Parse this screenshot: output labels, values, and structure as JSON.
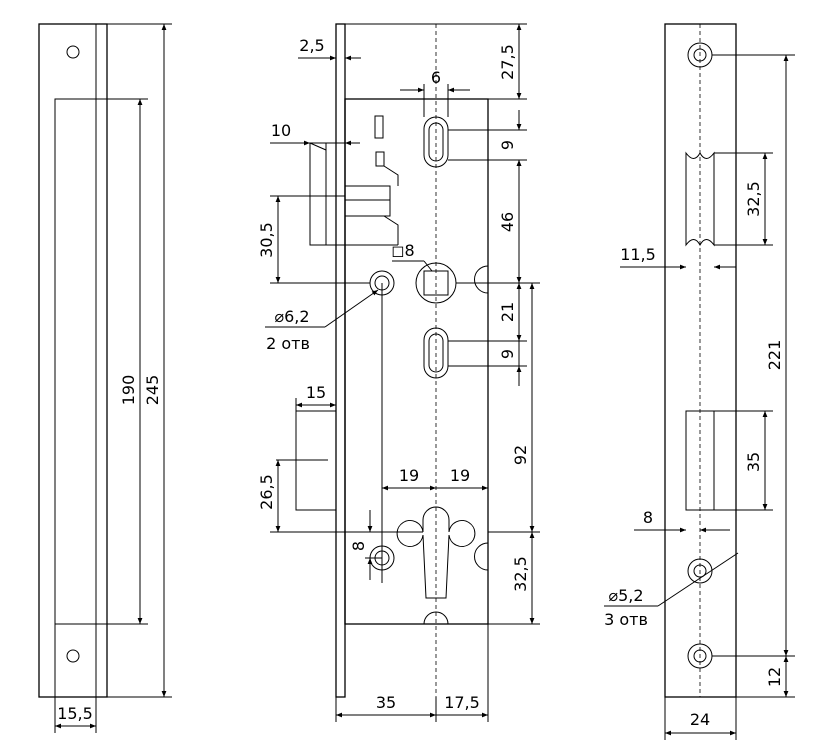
{
  "dims": {
    "left_height_total": "245",
    "left_height_inner": "190",
    "left_width": "15,5",
    "plate_thickness": "2,5",
    "top_offset": "27,5",
    "slot_width": "6",
    "latch_protrusion": "10",
    "slot_height_top": "9",
    "slot_spacing": "46",
    "latch_height": "30,5",
    "square_spindle": "◻8",
    "hole_dia": "⌀6,2",
    "hole_count": "2 отв",
    "spindle_to_slot": "21",
    "slot_height_bottom": "9",
    "bolt_width": "15",
    "spindle_to_cylinder": "92",
    "bolt_height": "26,5",
    "left_offset_19": "19",
    "right_offset_19": "19",
    "hole_offset_8": "8",
    "cylinder_below": "32,5",
    "backset": "35",
    "half_width": "17,5",
    "strike_slot_height": "32,5",
    "strike_hole_offset": "11,5",
    "strike_total": "221",
    "strike_lower_slot": "35",
    "strike_left_offset": "8",
    "strike_hole_dia": "⌀5,2",
    "strike_hole_count": "3 отв",
    "strike_bottom": "12",
    "strike_width": "24"
  }
}
